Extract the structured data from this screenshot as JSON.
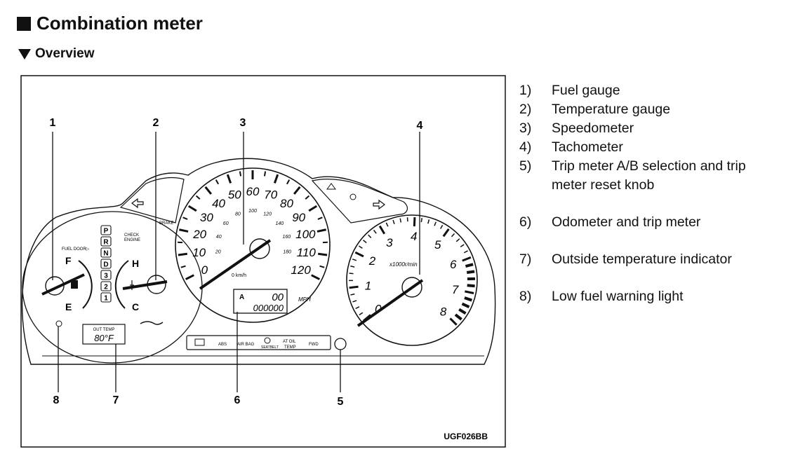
{
  "header": {
    "title": "Combination meter",
    "subtitle": "Overview"
  },
  "diagram": {
    "code": "UGF026BB",
    "callouts": [
      "1",
      "2",
      "3",
      "4",
      "5",
      "6",
      "7",
      "8"
    ],
    "speedometer": {
      "mph_labels": [
        "0",
        "10",
        "20",
        "30",
        "40",
        "50",
        "60",
        "70",
        "80",
        "90",
        "100",
        "110",
        "120"
      ],
      "kmh_labels": [
        "20",
        "40",
        "60",
        "80",
        "100",
        "120",
        "140",
        "160",
        "180"
      ],
      "kmh_unit": "0 km/h",
      "mph_unit": "MPH",
      "trip_letter": "A",
      "trip_value": "00",
      "odometer_value": "000000"
    },
    "tachometer": {
      "labels": [
        "0",
        "1",
        "2",
        "3",
        "4",
        "5",
        "6",
        "7",
        "8"
      ],
      "unit": "x1000r/min"
    },
    "fuel": {
      "full": "F",
      "empty": "E",
      "door_label": "FUEL DOOR▷"
    },
    "temp": {
      "hot": "H",
      "cold": "C"
    },
    "gear": [
      "P",
      "R",
      "N",
      "D",
      "3",
      "2",
      "1"
    ],
    "check_engine": [
      "CHECK",
      "ENGINE"
    ],
    "brake": "BRAKE",
    "outside_temp": {
      "label": "OUT TEMP",
      "value": "80°F"
    },
    "warning_strip": [
      "ABS",
      "AIR BAG",
      "SEATBELT",
      "AT OIL",
      "TEMP",
      "FWD"
    ]
  },
  "legend": {
    "items": [
      {
        "num": "1)",
        "text": "Fuel gauge"
      },
      {
        "num": "2)",
        "text": "Temperature gauge"
      },
      {
        "num": "3)",
        "text": "Speedometer"
      },
      {
        "num": "4)",
        "text": "Tachometer"
      },
      {
        "num": "5)",
        "text": "Trip meter A/B selection and trip meter reset knob"
      },
      {
        "num": "6)",
        "text": "Odometer and trip meter"
      },
      {
        "num": "7)",
        "text": "Outside temperature indicator"
      },
      {
        "num": "8)",
        "text": "Low fuel warning light"
      }
    ]
  }
}
